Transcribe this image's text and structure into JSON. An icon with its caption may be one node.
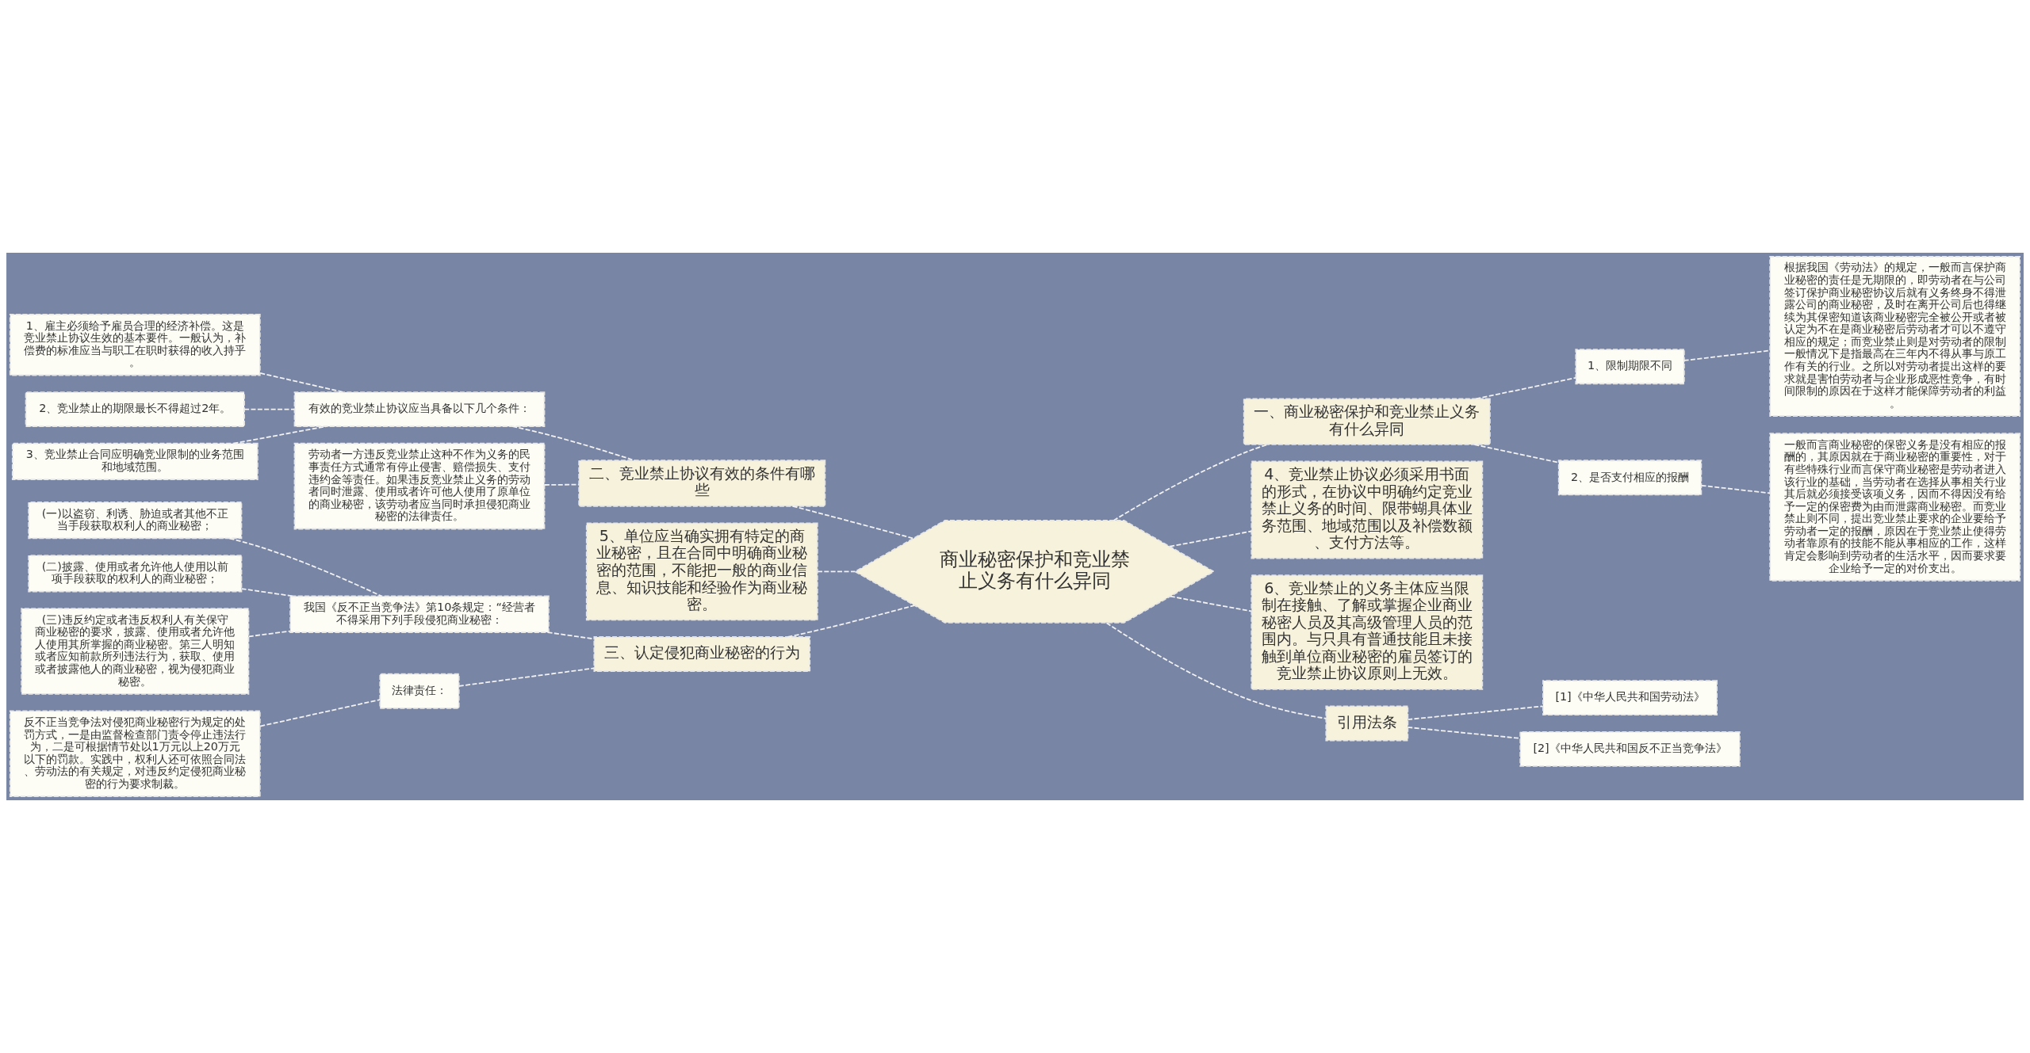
{
  "diagram": {
    "nodes": [
      {
        "text": [
          "商业秘密保护和竞业禁止义务有什么异同"
        ]
      },
      {
        "text": [
          "一、商业秘密保护和竞业禁止义务有什么异同"
        ]
      },
      {
        "text": [
          "1、限制期限不同"
        ]
      },
      {
        "text": [
          "根据我国《劳动法》的规定，一般而言保护商业秘密的责任是无期限的，即劳动者在与公司签订保护商业秘密协议后就有义务终身不得泄露公司的商业秘密，及时在离开公司后也得继续为其保密知道该商业秘密完全被公开或者被认定为不在是商业秘密后劳动者才可以不遵守相应的规定；而竞业禁止则是对劳动者的限制一般情况下是指最高在三年内不得从事与原工作有关的行业。之所以对劳动者提出这样的要求就是害怕劳动者与企业形成恶性竞争，有时间限制的原因在于这样才能保障劳动者的利益。"
        ]
      },
      {
        "text": [
          "2、是否支付相应的报酬"
        ]
      },
      {
        "text": [
          "一般而言商业秘密的保密义务是没有相应的报酬的，其原因就在于商业秘密的重要性，对于有些特殊行业而言保守商业秘密是劳动者进入该行业的基础，当劳动者在选择从事相关行业其后就必须接受该项义务，因而不得因没有给予一定的保密费为由而泄露商业秘密。而竞业禁止则不同，提出竞业禁止要求的企业要给予劳动者一定的报酬，原因在于竞业禁止使得劳动者靠原有的技能不能从事相应的工作，这样肯定会影响到劳动者的生活水平，因而要求要企业给予一定的对价支出。"
        ]
      },
      {
        "text": [
          "4、竞业禁止协议必须采用书面的形式，在协议中明确约定竞业禁止义务的时间、限带蝴具体业务范围、地域范围以及补偿数额、支付方法等。"
        ]
      },
      {
        "text": [
          "6、竞业禁止的义务主体应当限制在接触、了解或掌握企业商业秘密人员及其高级管理人员的范围内。与只具有普通技能且未接触到单位商业秘密的雇员签订的竞业禁止协议原则上无效。"
        ]
      },
      {
        "text": [
          "引用法条"
        ]
      },
      {
        "text": [
          "[1]《中华人民共和国劳动法》"
        ]
      },
      {
        "text": [
          "[2]《中华人民共和国反不正当竞争法》"
        ]
      },
      {
        "text": [
          "二、竞业禁止协议有效的条件有哪些"
        ]
      },
      {
        "text": [
          "有效的竞业禁止协议应当具备以下几个条件："
        ]
      },
      {
        "text": [
          "1、雇主必须给予雇员合理的经济补偿。这是竞业禁止协议生效的基本要件。一般认为，补偿费的标准应当与职工在职时获得的收入持乎。"
        ]
      },
      {
        "text": [
          "2、竞业禁止的期限最长不得超过2年。"
        ]
      },
      {
        "text": [
          "3、竞业禁止合同应明确竞业限制的业务范围和地域范围。"
        ]
      },
      {
        "text": [
          "劳动者一方违反竞业禁止这种不作为义务的民事责任方式通常有停止侵害、赔偿损失、支付违约金等责任。如果违反竞业禁止义务的劳动者同时泄露、使用或者许可他人使用了原单位的商业秘密，该劳动者应当同时承担侵犯商业秘密的法律责任。"
        ]
      },
      {
        "text": [
          "5、单位应当确实拥有特定的商业秘密，且在合同中明确商业秘密的范围，不能把一般的商业信息、知识技能和经验作为商业秘密。"
        ]
      },
      {
        "text": [
          "三、认定侵犯商业秘密的行为"
        ]
      },
      {
        "text": [
          "我国《反不正当竞争法》第10条规定：“经营者不得采用下列手段侵犯商业秘密："
        ]
      },
      {
        "text": [
          "(一)以盗窃、利诱、胁迫或者其他不正当手段获取权利人的商业秘密；"
        ]
      },
      {
        "text": [
          "(二)披露、使用或者允许他人使用以前项手段获取的权利人的商业秘密；"
        ]
      },
      {
        "text": [
          "(三)违反约定或者违反权利人有关保守商业秘密的要求，披露、使用或者允许他人使用其所掌握的商业秘密。第三人明知或者应知前款所列违法行为，获取、使用或者披露他人的商业秘密，视为侵犯商业秘密。"
        ]
      },
      {
        "text": [
          "法律责任："
        ]
      },
      {
        "text": [
          "反不正当竞争法对侵犯商业秘密行为规定的处罚方式，一是由监督检查部门责令停止违法行为，二是可根据情节处以1万元以上20万元以下的罚款。实践中，权利人还可依照合同法、劳动法的有关规定，对违反约定侵犯商业秘密的行为要求制裁。"
        ]
      }
    ],
    "edges": [
      {
        "from": 0,
        "to": 1,
        "arrow": "none"
      },
      {
        "from": 1,
        "to": 2,
        "arrow": "none"
      },
      {
        "from": 2,
        "to": 3,
        "arrow": "none"
      },
      {
        "from": 1,
        "to": 4,
        "arrow": "none"
      },
      {
        "from": 4,
        "to": 5,
        "arrow": "none"
      },
      {
        "from": 0,
        "to": 6,
        "arrow": "none"
      },
      {
        "from": 0,
        "to": 7,
        "arrow": "none"
      },
      {
        "from": 0,
        "to": 8,
        "arrow": "none"
      },
      {
        "from": 8,
        "to": 9,
        "arrow": "none"
      },
      {
        "from": 8,
        "to": 10,
        "arrow": "none"
      },
      {
        "from": 0,
        "to": 11,
        "arrow": "none"
      },
      {
        "from": 11,
        "to": 12,
        "arrow": "none"
      },
      {
        "from": 12,
        "to": 13,
        "arrow": "none"
      },
      {
        "from": 12,
        "to": 14,
        "arrow": "none"
      },
      {
        "from": 12,
        "to": 15,
        "arrow": "none"
      },
      {
        "from": 11,
        "to": 16,
        "arrow": "none"
      },
      {
        "from": 0,
        "to": 17,
        "arrow": "none"
      },
      {
        "from": 0,
        "to": 18,
        "arrow": "none"
      },
      {
        "from": 18,
        "to": 19,
        "arrow": "none"
      },
      {
        "from": 19,
        "to": 20,
        "arrow": "none"
      },
      {
        "from": 19,
        "to": 21,
        "arrow": "none"
      },
      {
        "from": 19,
        "to": 22,
        "arrow": "none"
      },
      {
        "from": 18,
        "to": 23,
        "arrow": "none"
      },
      {
        "from": 23,
        "to": 24,
        "arrow": "none"
      }
    ]
  }
}
